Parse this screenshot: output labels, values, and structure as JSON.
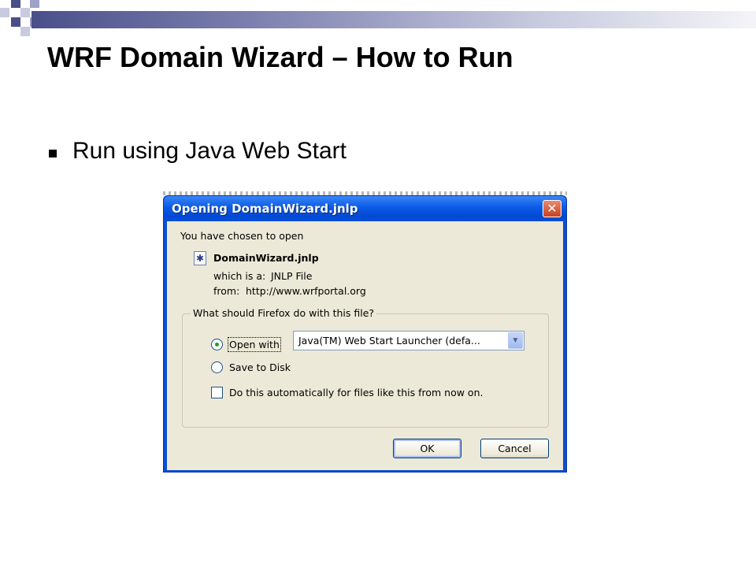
{
  "slide": {
    "title": "WRF Domain Wizard – How to Run",
    "bullet": "Run using Java Web Start"
  },
  "dialog": {
    "title": "Opening DomainWizard.jnlp",
    "close_icon": "close-icon",
    "intro": "You have chosen to open",
    "file_name": "DomainWizard.jnlp",
    "which_is_label": "which is a:",
    "which_is_value": "JNLP File",
    "from_label": "from:",
    "from_value": "http://www.wrfportal.org",
    "group_label": "What should Firefox do with this file?",
    "open_with_label": "Open with",
    "open_with_selected": true,
    "open_with_app": "Java(TM) Web Start Launcher (defa...",
    "save_to_disk_label": "Save to Disk",
    "auto_label": "Do this automatically for files like this from now on.",
    "auto_checked": false,
    "ok_label": "OK",
    "cancel_label": "Cancel"
  },
  "colors": {
    "title_bar": "#0a4ed6",
    "dialog_bg": "#ece9d8",
    "close_button": "#c8411f"
  }
}
